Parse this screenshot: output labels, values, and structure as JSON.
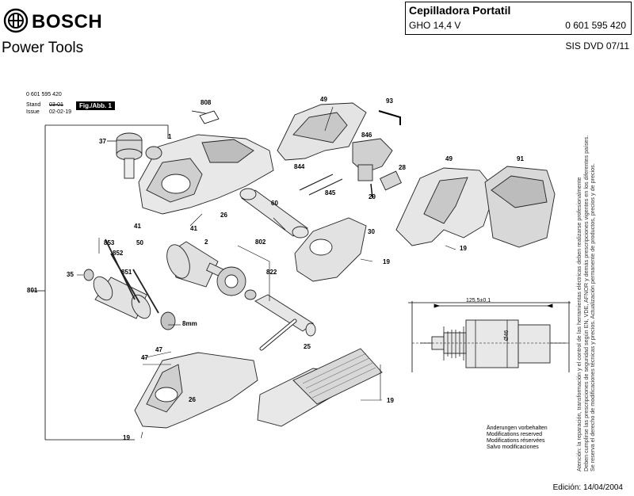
{
  "header": {
    "brand": "BOSCH",
    "division": "Power Tools",
    "title": "Cepilladora Portatil",
    "model": "GHO 14,4 V",
    "part_number": "0 601 595 420",
    "sis": "SIS DVD 07/11"
  },
  "meta": {
    "number": "0 601 595 420",
    "stand_label": "Stand",
    "stand_value": "03-01",
    "issue_label": "Issue",
    "issue_value": "02-02-19",
    "fig_label": "Fig./Abb. 1"
  },
  "callouts": {
    "c808": "808",
    "c49a": "49",
    "c93": "93",
    "c846": "846",
    "c49b": "49",
    "c91": "91",
    "c37": "37",
    "c1": "1",
    "c844": "844",
    "c28": "28",
    "c845": "845",
    "c29": "29",
    "c60": "60",
    "c41a": "41",
    "c41b": "41",
    "c26a": "26",
    "c30": "30",
    "c19a": "19",
    "c19b": "19",
    "c2": "2",
    "c802": "802",
    "c853": "853",
    "c50": "50",
    "c852": "852",
    "c851": "851",
    "c822": "822",
    "c35": "35",
    "c801": "801",
    "c8mm": "8mm",
    "c25": "25",
    "c47a": "47",
    "c47b": "47",
    "c26b": "26",
    "c19c": "19",
    "c19d": "19"
  },
  "dimension": {
    "width_label": "125,5±0,1",
    "diameter_label": "Ø46"
  },
  "notes": [
    "Änderungen vorbehalten",
    "Modifications reserved",
    "Modifications réservées",
    "Salvo modificaciones"
  ],
  "edition": "Edición: 14/04/2004",
  "disclaimer": [
    "Atención: la reparación, transformación y el control de las herramientas eléctricas deben realizarse profesionalmente",
    "Deben cumplirse las prescripciones de seguridad según EN, VDE, AFNOR y demás prescripciones vigentes en los diferentes países.",
    "Se reserva el derecho de modificaciones técnicas y precios. Actualización permanente de productos, precios y de precios."
  ]
}
